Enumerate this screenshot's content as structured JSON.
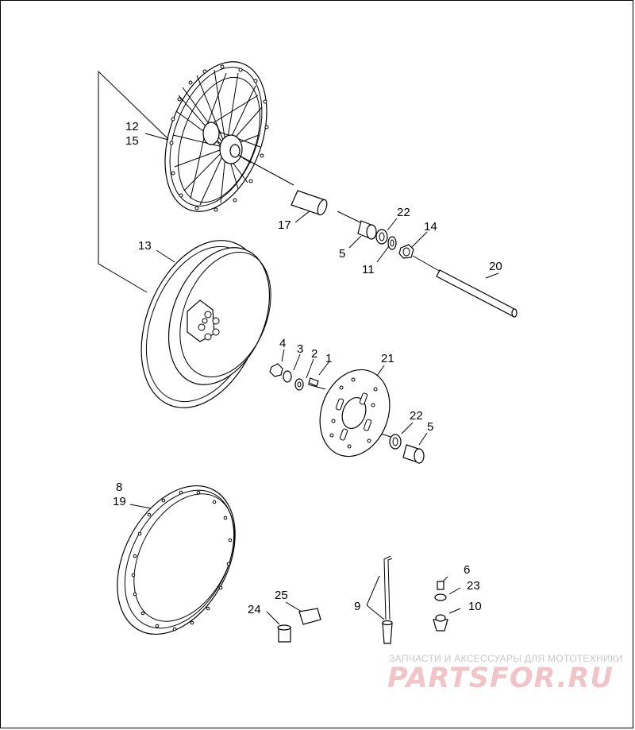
{
  "labels": {
    "p12": "12",
    "p15": "15",
    "p13": "13",
    "p17": "17",
    "p22a": "22",
    "p14": "14",
    "p5a": "5",
    "p11": "11",
    "p20": "20",
    "p4": "4",
    "p3": "3",
    "p2": "2",
    "p1": "1",
    "p21": "21",
    "p22b": "22",
    "p5b": "5",
    "p8": "8",
    "p19": "19",
    "p6": "6",
    "p23": "23",
    "p25": "25",
    "p24": "24",
    "p9": "9",
    "p10": "10"
  },
  "watermark": {
    "tagline": "ЗАПЧАСТИ И АКСЕССУАРЫ ДЛЯ МОТОТЕХНИКИ",
    "logo": "PARTSFOR.RU"
  },
  "colors": {
    "line": "#000000",
    "watermark_text": "#c8c8c8",
    "watermark_logo": "#f0c4c8"
  }
}
